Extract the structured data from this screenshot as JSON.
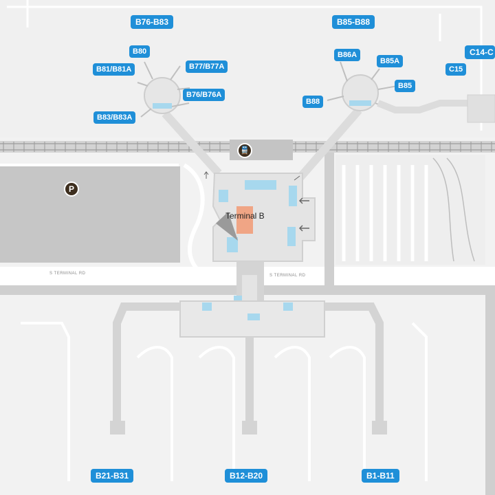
{
  "terminal": {
    "name": "Terminal B"
  },
  "roads": {
    "terminal_rd_west": "S TERMINAL RD",
    "terminal_rd_east": "S TERMINAL RD"
  },
  "parking": {
    "symbol": "P"
  },
  "train": {
    "symbol": "🚆"
  },
  "gates": {
    "b76_b83": "B76-B83",
    "b85_b88": "B85-B88",
    "c14": "C14-C",
    "b80": "B80",
    "b81": "B81/B81A",
    "b77": "B77/B77A",
    "b76": "B76/B76A",
    "b83": "B83/B83A",
    "b86a": "B86A",
    "b85a": "B85A",
    "b85": "B85",
    "b88": "B88",
    "c15": "C15",
    "b21_b31": "B21-B31",
    "b12_b20": "B12-B20",
    "b1_b11": "B1-B11"
  },
  "colors": {
    "background": "#f2f2f2",
    "road": "#ffffff",
    "building": "#e6e6e6",
    "concourse": "#d4d4d4",
    "gate_badge": "#1f8fd8",
    "interior_blue": "#a7d8ee",
    "highlight": "#f0a585",
    "parking_lot": "#c6c6c6",
    "icon": "#3d2e1e"
  }
}
